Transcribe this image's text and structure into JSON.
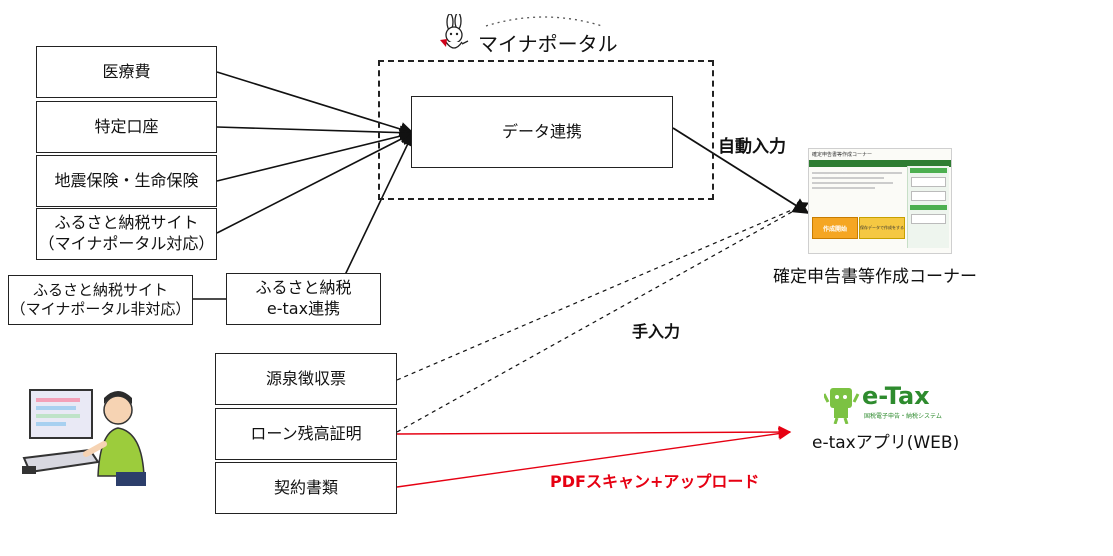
{
  "portal": {
    "title": "マイナポータル",
    "icon": "mascot-rabbit-icon"
  },
  "sources": [
    {
      "id": "medical",
      "lines": [
        "医療費"
      ]
    },
    {
      "id": "securities",
      "lines": [
        "特定口座"
      ]
    },
    {
      "id": "insurance",
      "lines": [
        "地震保険・生命保険"
      ]
    },
    {
      "id": "furusato-compatible",
      "lines": [
        "ふるさと納税サイト",
        "（マイナポータル対応）"
      ]
    }
  ],
  "furusato_noncompatible": {
    "lines": [
      "ふるさと納税サイト",
      "（マイナポータル非対応）"
    ]
  },
  "furusato_link": {
    "lines": [
      "ふるさと納税",
      "e-tax連携"
    ]
  },
  "data_link": {
    "label": "データ連携"
  },
  "auto_input_label": "自動入力",
  "manual_input_label": "手入力",
  "kakutei": {
    "label": "確定申告書等作成コーナー",
    "screenshot": {
      "header": "確定申告書等作成コーナー",
      "subheader": "確定コーナートップ",
      "button_start": "作成開始",
      "button_continue": "保存データで作成をする"
    }
  },
  "paper_docs": [
    {
      "id": "withholding",
      "label": "源泉徴収票"
    },
    {
      "id": "loan",
      "label": "ローン残高証明"
    },
    {
      "id": "contract",
      "label": "契約書類"
    }
  ],
  "pdf_upload_label": "PDFスキャン+アップロード",
  "etax": {
    "logo_text": "e-Tax",
    "logo_subtext": "国税電子申告・納税システム",
    "app_label": "e-taxアプリ(WEB)"
  },
  "colors": {
    "line": "#111111",
    "red": "#e60012",
    "green": "#5ba52d",
    "etax_green": "#2e8b2e"
  }
}
